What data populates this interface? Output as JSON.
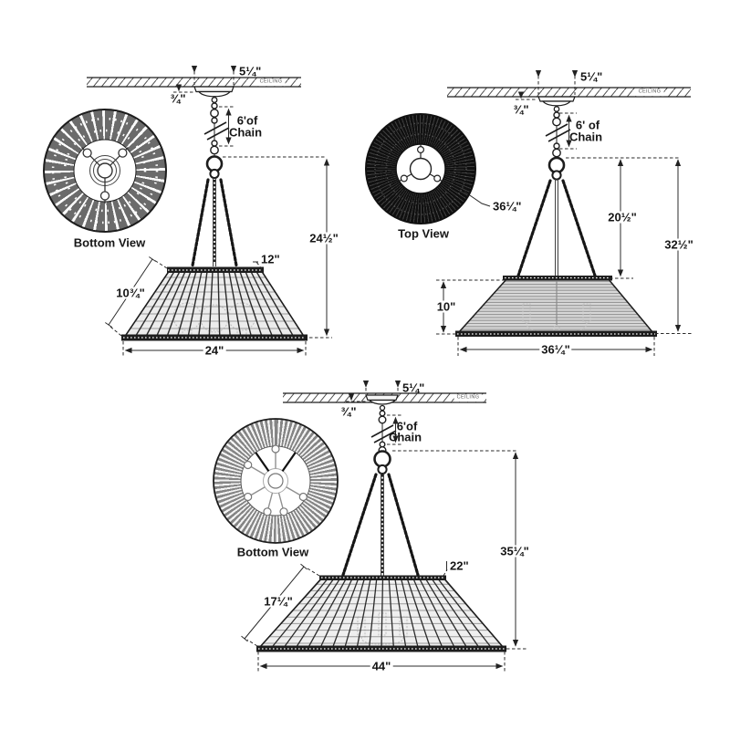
{
  "colors": {
    "line": "#1d1d1d",
    "shade_fill_light": "#ececec",
    "shade_fill_mid": "#d7d7d7",
    "background": "#ffffff"
  },
  "diagrams": {
    "small": {
      "view_label": "Bottom View",
      "ceiling": "CEILING",
      "canopy_width": "5¼\"",
      "canopy_height": "¾\"",
      "chain_line1": "6'of",
      "chain_line2": "Chain",
      "overall_height": "24½\"",
      "top_width": "12\"",
      "slant_height": "10¾\"",
      "bottom_width": "24\""
    },
    "medium": {
      "view_label": "Top View",
      "ceiling": "CEILING",
      "canopy_width": "5¼\"",
      "canopy_height": "¾\"",
      "chain_line1": "6' of",
      "chain_line2": "Chain",
      "diameter": "36¼\"",
      "drop_height": "20½\"",
      "overall_height": "32½\"",
      "shade_height": "10\"",
      "bottom_width": "36¼\""
    },
    "large": {
      "view_label": "Bottom View",
      "ceiling": "CEILING",
      "canopy_width": "5¼\"",
      "canopy_height": "¾\"",
      "chain_line1": "6'of",
      "chain_line2": "Chain",
      "overall_height": "35¼\"",
      "top_width": "22\"",
      "slant_height": "17¼\"",
      "bottom_width": "44\""
    }
  }
}
